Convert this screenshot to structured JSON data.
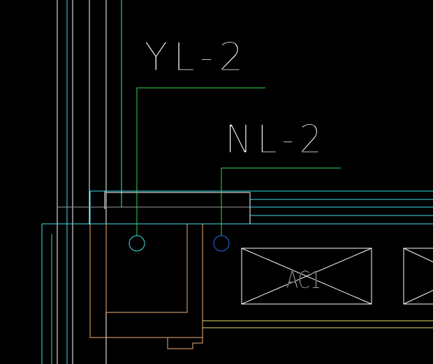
{
  "colors": {
    "background": "#000000",
    "white": "#ffffff",
    "cyan": "#3fe0e8",
    "green": "#33d84a",
    "blue": "#2a6cf0",
    "orange": "#f0b07a",
    "yellow": "#e8e06a",
    "grey": "#9a9a9a"
  },
  "labels": {
    "yl": "YL-2",
    "nl": "NL-2",
    "unit": "AC1"
  }
}
